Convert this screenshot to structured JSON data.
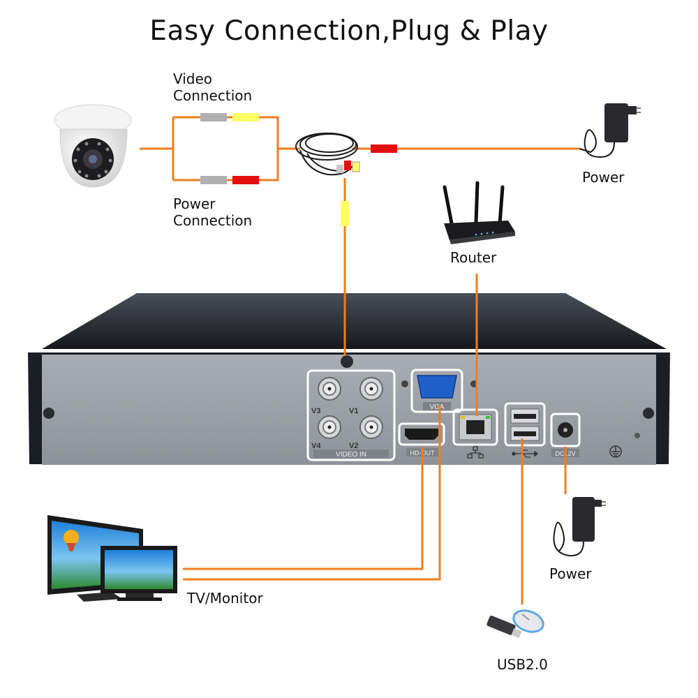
{
  "title": "Easy Connection,Plug & Play",
  "labels": {
    "video_connection": [
      "Video",
      "Connection"
    ],
    "power_connection": [
      "Power",
      "Connection"
    ],
    "power_top": "Power",
    "router": "Router",
    "power_bottom": "Power",
    "tv_monitor": "TV/Monitor",
    "usb": "USB2.0"
  },
  "dvr_ports": {
    "video_inputs": [
      "V3",
      "V1",
      "V4",
      "V2"
    ],
    "video_in_label": "VIDEO IN",
    "vga_label": "VGA",
    "hdmi_label": "HD-OUT",
    "power_label": "DC12V"
  },
  "colors": {
    "cable": "#ee7d1f",
    "video_plug": "#ffff66",
    "power_plug": "#e30e0e",
    "neutral_plug": "#b0b0b0",
    "vga_port": "#1f5fc8",
    "dvr_panel": "#9da1a8",
    "dvr_top": "#1f2127"
  }
}
